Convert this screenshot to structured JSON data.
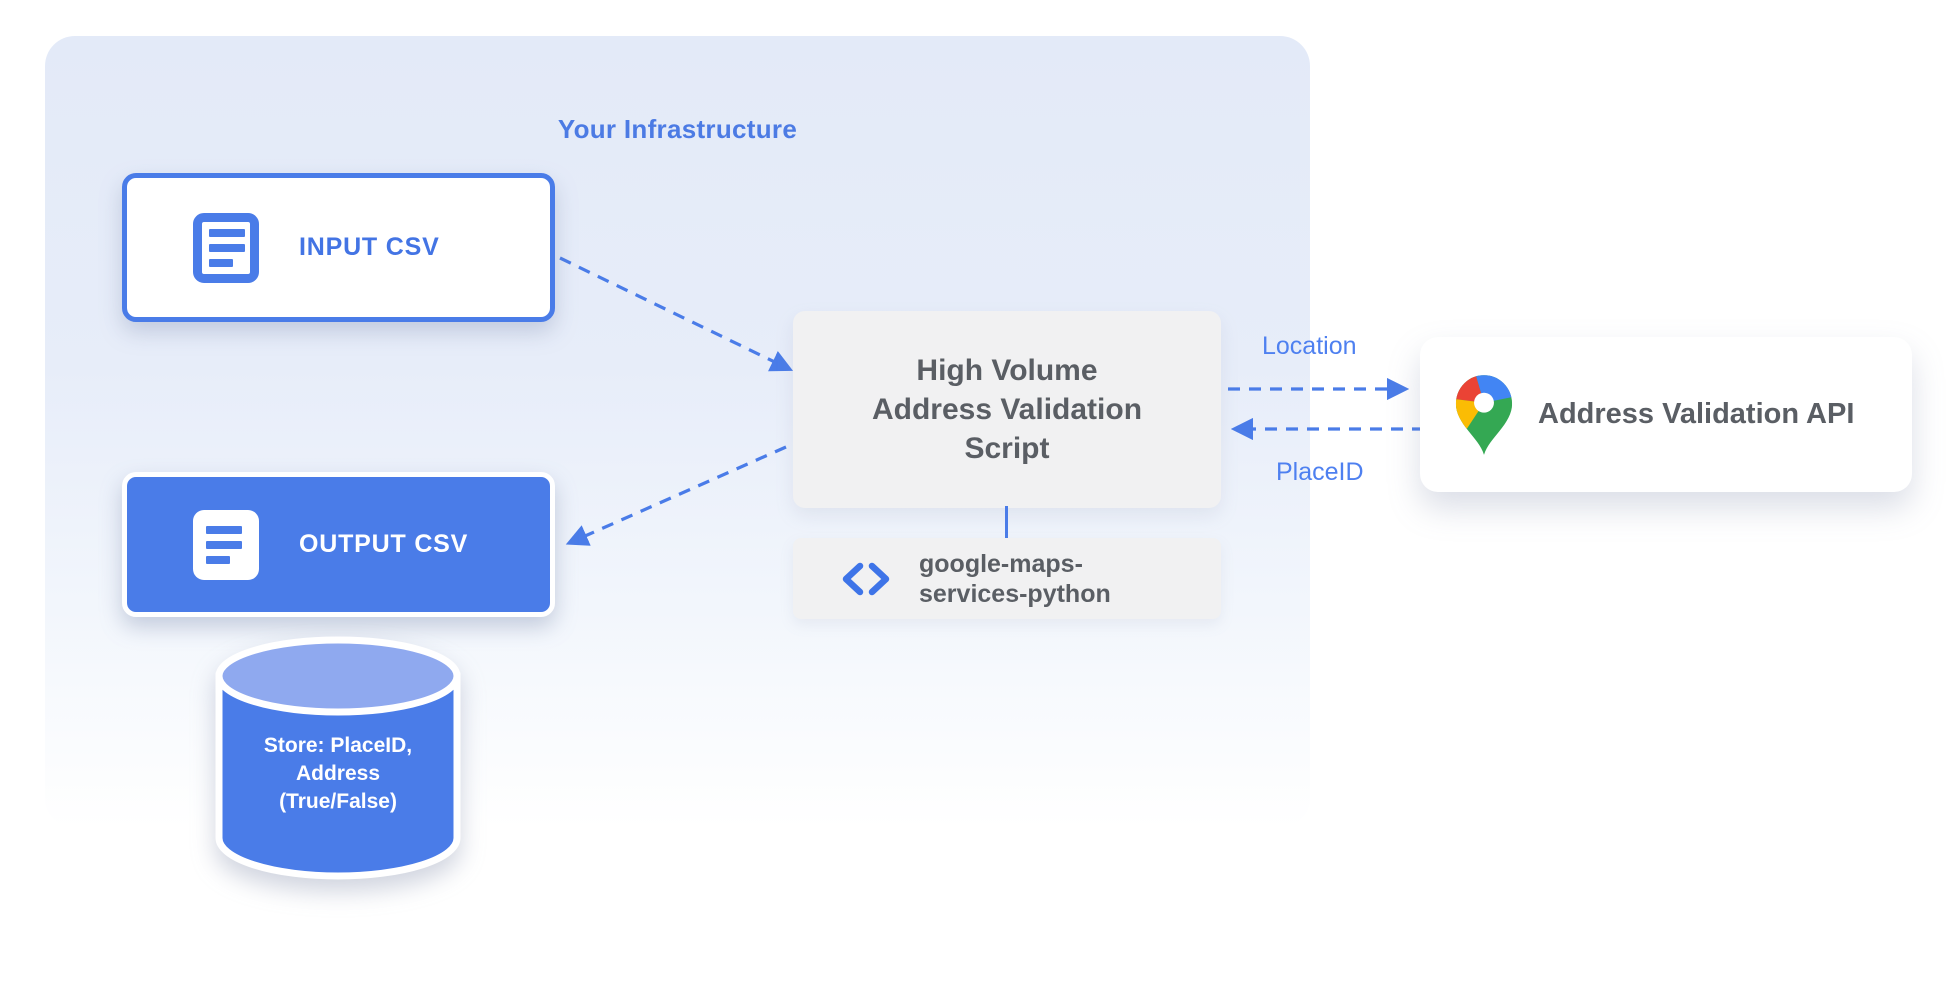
{
  "infrastructure": {
    "title": "Your Infrastructure"
  },
  "nodes": {
    "input_csv": {
      "label": "INPUT CSV",
      "icon": "csv-document-icon"
    },
    "output_csv": {
      "label": "OUTPUT CSV",
      "icon": "csv-document-icon"
    },
    "datastore": {
      "label": "Store: PlaceID,\nAddress\n(True/False)",
      "shape": "database-cylinder"
    },
    "script": {
      "label": "High Volume\nAddress Validation\nScript"
    },
    "library": {
      "label": "google-maps-\nservices-python",
      "icon": "code-brackets-icon"
    },
    "api": {
      "label": "Address Validation API",
      "icon": "google-maps-pin-icon"
    }
  },
  "edges": [
    {
      "from": "input_csv",
      "to": "script",
      "label": "",
      "style": "dashed-arrow"
    },
    {
      "from": "script",
      "to": "output_csv",
      "label": "",
      "style": "dashed-arrow"
    },
    {
      "from": "script",
      "to": "api",
      "label": "Location",
      "style": "dashed-arrow"
    },
    {
      "from": "api",
      "to": "script",
      "label": "PlaceID",
      "style": "dashed-arrow"
    }
  ],
  "colors": {
    "primary_blue": "#4a7ce8",
    "label_blue": "#4e80f0",
    "title_blue": "#4c7be4",
    "cylinder_top": "#8fa9ef",
    "gray_box": "#f1f1f2",
    "gray_text": "#5a5e64",
    "container_top": "#e3eaf8",
    "pin_red": "#ea4335",
    "pin_blue": "#4285f4",
    "pin_yellow": "#fbbc04",
    "pin_green": "#34a853"
  }
}
